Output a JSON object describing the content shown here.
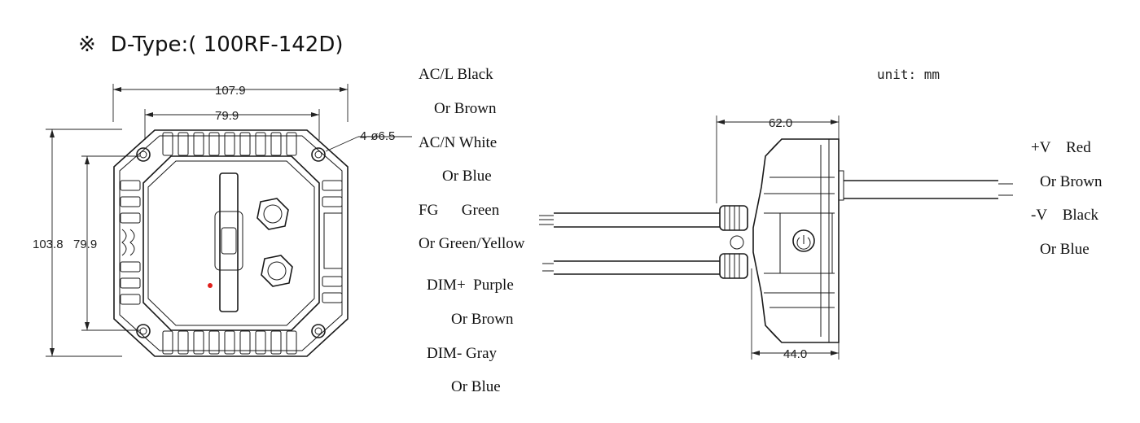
{
  "title": {
    "mark": "※",
    "text": "D-Type:( 100RF-142D)"
  },
  "unit_label": "unit: mm",
  "front_view": {
    "width_outer": "107.9",
    "width_inner": "79.9",
    "height_outer": "103.8",
    "height_inner": "79.9",
    "holes": "4-ø6.5"
  },
  "side_view": {
    "depth_outer": "62.0",
    "depth_inner": "44.0"
  },
  "input_wires": [
    {
      "text": "AC/L Black"
    },
    {
      "text": "Or Brown"
    },
    {
      "text": "AC/N White"
    },
    {
      "text": "Or Blue"
    },
    {
      "text": "FG      Green"
    },
    {
      "text": "Or Green/Yellow"
    },
    {
      "text": "DIM+  Purple"
    },
    {
      "text": "Or Brown"
    },
    {
      "text": "DIM- Gray"
    },
    {
      "text": "Or Blue"
    }
  ],
  "output_wires": [
    {
      "text": "+V    Red"
    },
    {
      "text": "Or Brown"
    },
    {
      "text": "-V    Black"
    },
    {
      "text": "Or Blue"
    }
  ],
  "colors": {
    "line": "#1a1a1a",
    "marker": "#e0201c"
  }
}
